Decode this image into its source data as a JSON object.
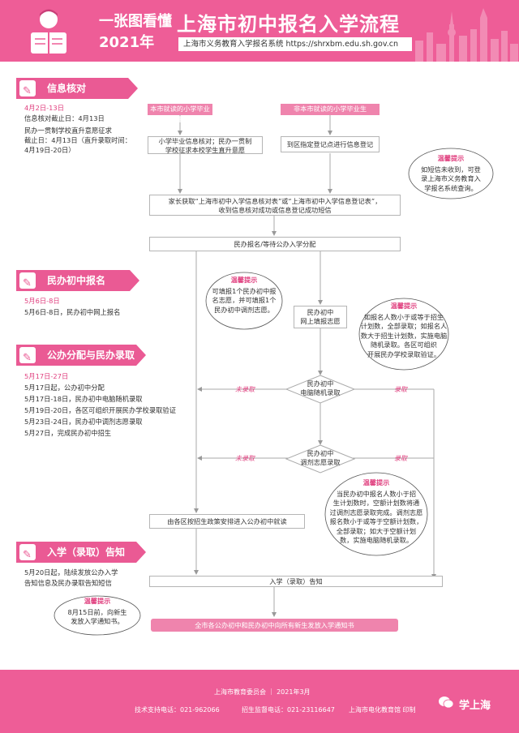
{
  "header": {
    "title_small": "一张图看懂",
    "title_year": "2021年",
    "title_main": "上海市初中报名入学流程",
    "subtitle": "上海市义务教育入学报名系统 https://shrxbm.edu.sh.gov.cn"
  },
  "sections": {
    "s1": {
      "title": "信息核对",
      "date": "4月2日-13日",
      "lines": [
        "信息核对截止日：4月13日",
        "民办一贯制学校直升意愿征求",
        "截止日：4月13日（直升录取时间：",
        "4月19日-20日）"
      ]
    },
    "s2": {
      "title": "民办初中报名",
      "date": "5月6日-8日",
      "lines": [
        "5月6日-8日，民办初中网上报名"
      ]
    },
    "s3": {
      "title": "公办分配与民办录取",
      "date": "5月17日-27日",
      "lines": [
        "5月17日起，公办初中分配",
        "5月17日-18日，民办初中电脑随机录取",
        "5月19日-20日，各区可组织开展民办学校录取验证",
        "5月23日-24日，民办初中调剂志愿录取",
        "5月27日，完成民办初中招生"
      ]
    },
    "s4": {
      "title": "入学（录取）告知",
      "lines": [
        "5月20日起，陆续发放公办入学",
        "告知信息及民办录取告知短信"
      ]
    }
  },
  "flow": {
    "local_grad": "本市就读的小学毕业生",
    "nonlocal_grad": "非本市就读的小学毕业生",
    "local_action": [
      "小学毕业信息核对；民办一贯制",
      "学校征求本校学生直升意愿"
    ],
    "nonlocal_action": "到区指定登记点进行信息登记",
    "parent_get": [
      "家长获取“上海市初中入学信息核对表”或“上海市初中入学信息登记表”，",
      "收到信息核对成功或信息登记成功短信"
    ],
    "choose": "民办报名/等待公办入学分配",
    "private_online": [
      "民办初中",
      "网上填报志愿"
    ],
    "random": [
      "民办初中",
      "电脑随机录取"
    ],
    "adjust": [
      "民办初中",
      "调剂志愿录取"
    ],
    "not_admitted_1": "未录取",
    "not_admitted_2": "未录取",
    "admitted_1": "录取",
    "admitted_2": "录取",
    "public_assign": "由各区按招生政策安排进入公办初中就读",
    "notice": "入学（录取）告知",
    "final": "全市各公办初中和民办初中向所有新生发放入学通知书"
  },
  "tips": {
    "tip1": {
      "title": "温馨提示",
      "lines": [
        "如短信未收到，可登",
        "录上海市义务教育入",
        "学报名系统查询。"
      ]
    },
    "tip2": {
      "title": "温馨提示",
      "lines": [
        "可填报1个民办初中报",
        "名志愿，并可填报1个",
        "民办初中调剂志愿。"
      ]
    },
    "tip3": {
      "title": "温馨提示",
      "lines": [
        "如报名人数小于或等于招生",
        "计划数，全部录取；如报名人",
        "数大于招生计划数，实施电脑",
        "随机录取。各区可组织",
        "开展民办学校录取验证。"
      ]
    },
    "tip4": {
      "title": "温馨提示",
      "lines": [
        "当民办初中报名人数小于招",
        "生计划数时，空额计划数将通",
        "过调剂志愿录取完成。调剂志愿",
        "报名数小于或等于空额计划数，",
        "全部录取；如大于空额计划",
        "数，实施电脑随机录取。"
      ]
    },
    "tip5": {
      "title": "温馨提示",
      "lines": [
        "8月15日前，向新生",
        "发放入学通知书。"
      ]
    }
  },
  "footer": {
    "org": "上海市教育委员会 ｜ 2021年3月",
    "tech": "技术支持电话：021-962066",
    "super": "招生监督电话：021-23116647",
    "print": "上海市电化教育馆 印制",
    "brand": "学上海"
  },
  "colors": {
    "brand": "#ee5d97",
    "box": "#ef84ad",
    "accent": "#e0407f"
  }
}
